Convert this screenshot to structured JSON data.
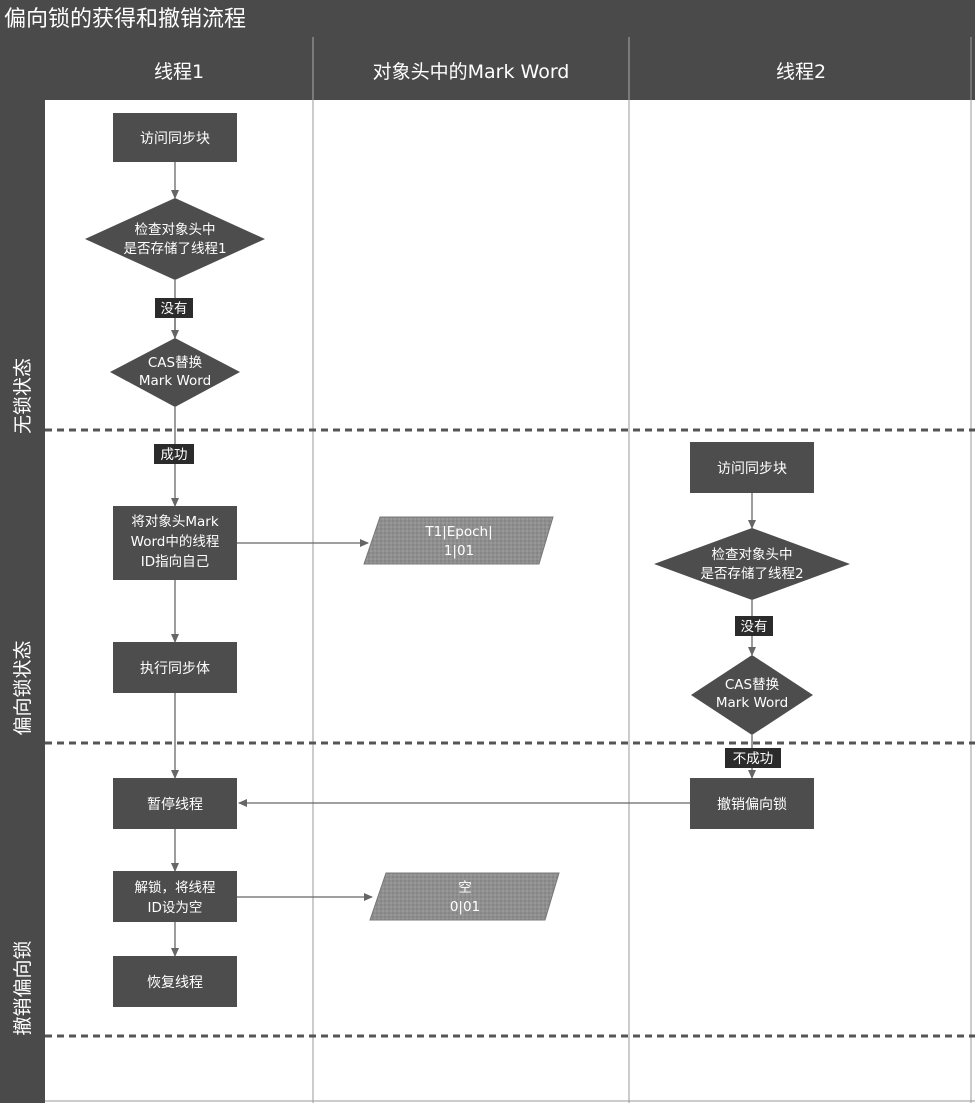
{
  "title": "偏向锁的获得和撤销流程",
  "lanes": {
    "thread1": "线程1",
    "markword": "对象头中的Mark Word",
    "thread2": "线程2"
  },
  "phases": {
    "unlocked": "无锁状态",
    "biased": "偏向锁状态",
    "revoke": "撤销偏向锁"
  },
  "t1": {
    "access": "访问同步块",
    "check": [
      "检查对象头中",
      "是否存储了线程1"
    ],
    "no": "没有",
    "cas": [
      "CAS替换",
      "Mark Word"
    ],
    "success": "成功",
    "set_id": [
      "将对象头Mark",
      "Word中的线程",
      "ID指向自己"
    ],
    "exec": "执行同步体",
    "pause": "暂停线程",
    "unlock": [
      "解锁，将线程",
      "ID设为空"
    ],
    "resume": "恢复线程"
  },
  "mw": {
    "biased": [
      "T1|Epoch|",
      "1|01"
    ],
    "empty": [
      "空",
      "0|01"
    ]
  },
  "t2": {
    "access": "访问同步块",
    "check": [
      "检查对象头中",
      "是否存储了线程2"
    ],
    "no": "没有",
    "cas": [
      "CAS替换",
      "Mark Word"
    ],
    "fail": "不成功",
    "revoke": "撤销偏向锁"
  }
}
